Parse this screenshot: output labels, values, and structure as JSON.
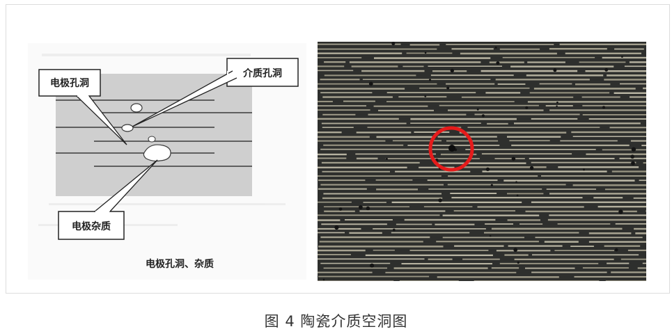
{
  "diagram": {
    "callouts": {
      "electrode_void": "电极孔洞",
      "dielectric_void": "介质孔洞",
      "electrode_impurity": "电极杂质"
    },
    "sub_caption": "电极孔洞、杂质"
  },
  "micrograph": {
    "highlight_color": "#e51b1b"
  },
  "figure": {
    "caption": "图 4 陶瓷介质空洞图"
  }
}
